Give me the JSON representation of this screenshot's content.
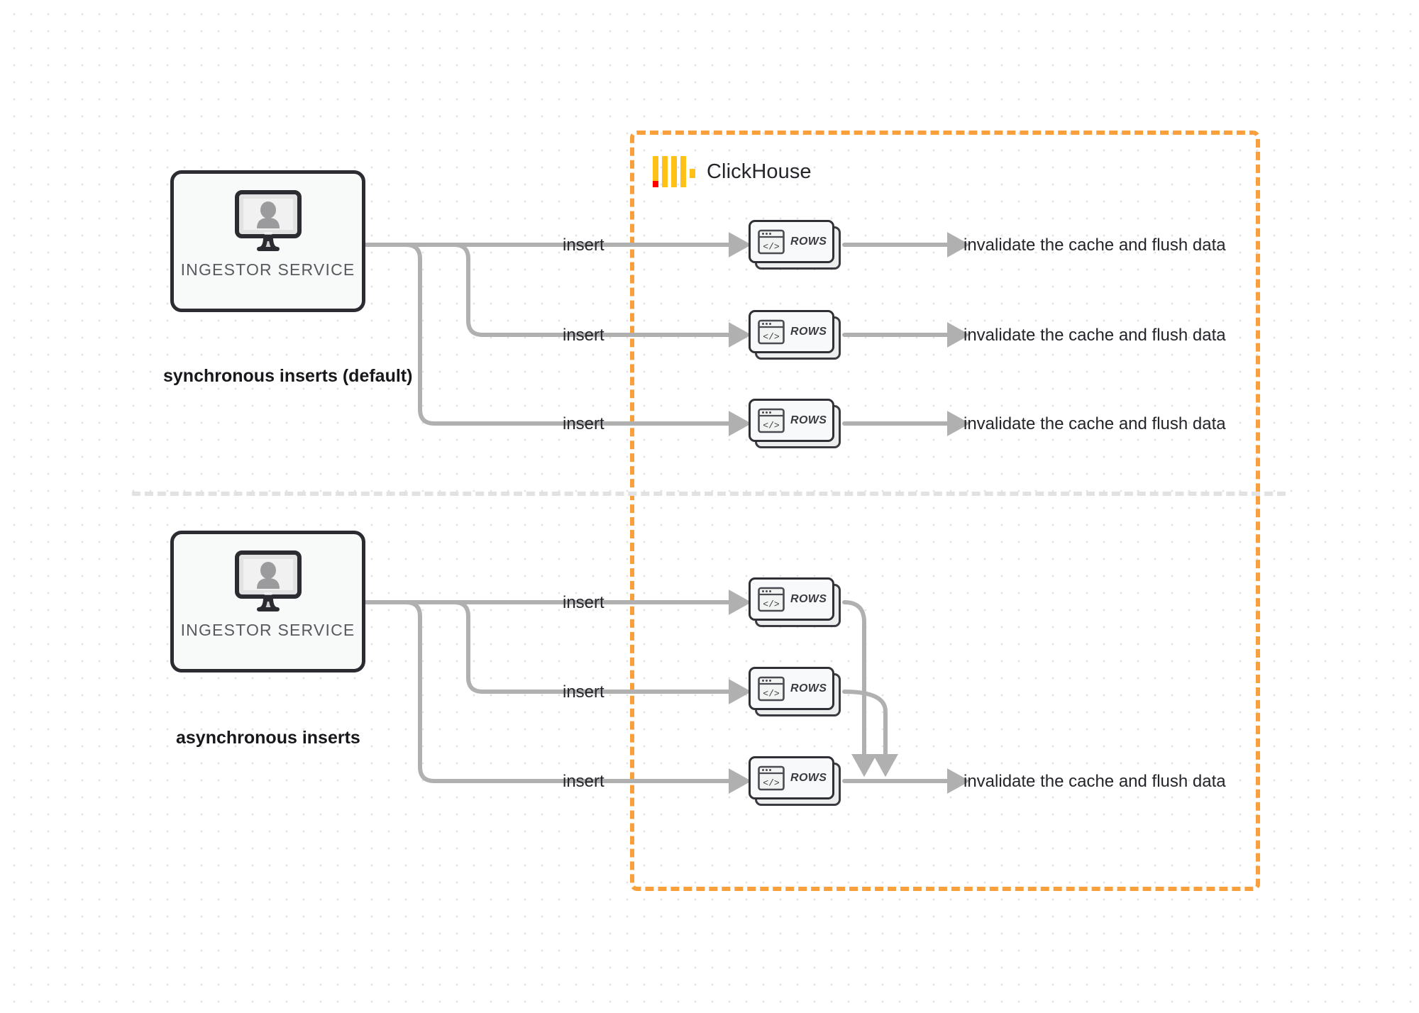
{
  "diagram": {
    "title": "ClickHouse synchronous vs asynchronous inserts",
    "background": "#ffffff",
    "dot_grid_color": "#e8e6e6"
  },
  "clickhouse_region": {
    "label": "ClickHouse",
    "border_color": "#f9a03c",
    "logo_bar_color": "#ffc017",
    "logo_accent_color": "#ff0000",
    "logo_name": "clickhouse-logo-icon"
  },
  "sections": [
    {
      "id": "synchronous",
      "mode_label": "synchronous inserts (default)",
      "ingestor": {
        "label": "INGESTOR SERVICE",
        "icon": "monitor-user-icon"
      },
      "flows": [
        {
          "insert_label": "insert",
          "card_label": "ROWS",
          "card_icon": "code-window-icon",
          "result_label": "invalidate the cache and flush data"
        },
        {
          "insert_label": "insert",
          "card_label": "ROWS",
          "card_icon": "code-window-icon",
          "result_label": "invalidate the cache and flush data"
        },
        {
          "insert_label": "insert",
          "card_label": "ROWS",
          "card_icon": "code-window-icon",
          "result_label": "invalidate the cache and flush data"
        }
      ]
    },
    {
      "id": "asynchronous",
      "mode_label": "asynchronous inserts",
      "ingestor": {
        "label": "INGESTOR SERVICE",
        "icon": "monitor-user-icon"
      },
      "flows": [
        {
          "insert_label": "insert",
          "card_label": "ROWS",
          "card_icon": "code-window-icon"
        },
        {
          "insert_label": "insert",
          "card_label": "ROWS",
          "card_icon": "code-window-icon"
        },
        {
          "insert_label": "insert",
          "card_label": "ROWS",
          "card_icon": "code-window-icon"
        }
      ],
      "merged_result_label": "invalidate the cache and flush data"
    }
  ],
  "colors": {
    "wire": "#b0b0b0",
    "card_border": "#2f2f35",
    "box_border": "#2b2b31",
    "text": "#24242b",
    "muted_text": "#59595f",
    "divider": "#e2e2e4"
  }
}
